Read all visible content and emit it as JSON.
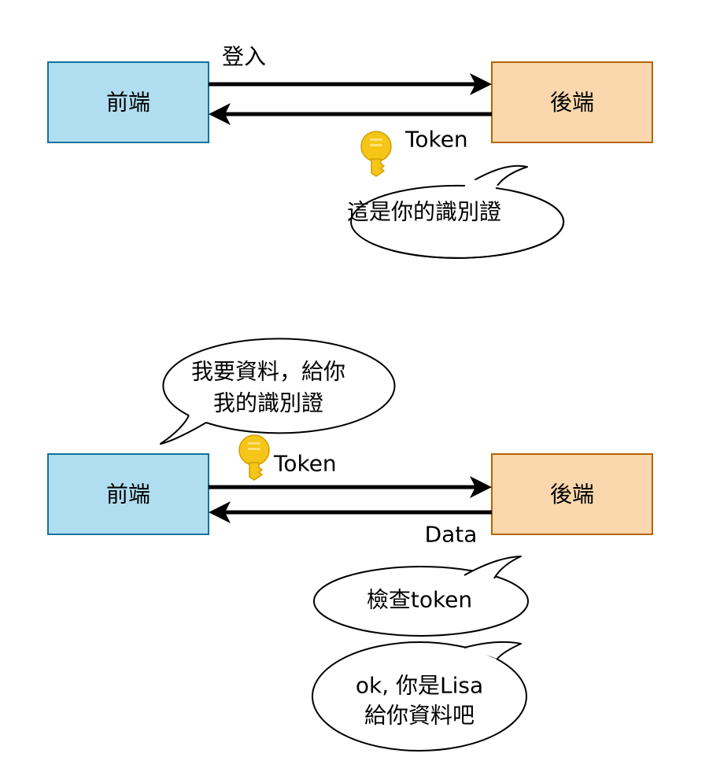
{
  "colors": {
    "frontend_fill": "#b1ddf0",
    "frontend_stroke": "#10739e",
    "backend_fill": "#fad7ac",
    "backend_stroke": "#b46504",
    "arrow": "#000000",
    "key_fill": "#f5c518",
    "key_dark": "#d39e00"
  },
  "scene1": {
    "frontend_label": "前端",
    "backend_label": "後端",
    "login_label": "登入",
    "token_label": "Token",
    "bubble_text": "這是你的識別證"
  },
  "scene2": {
    "frontend_label": "前端",
    "backend_label": "後端",
    "token_label": "Token",
    "data_label": "Data",
    "request_bubble": {
      "line1": "我要資料，給你",
      "line2": "我的識別證"
    },
    "check_bubble": "檢查token",
    "ok_bubble": {
      "line1": "ok, 你是Lisa",
      "line2": "給你資料吧"
    }
  }
}
